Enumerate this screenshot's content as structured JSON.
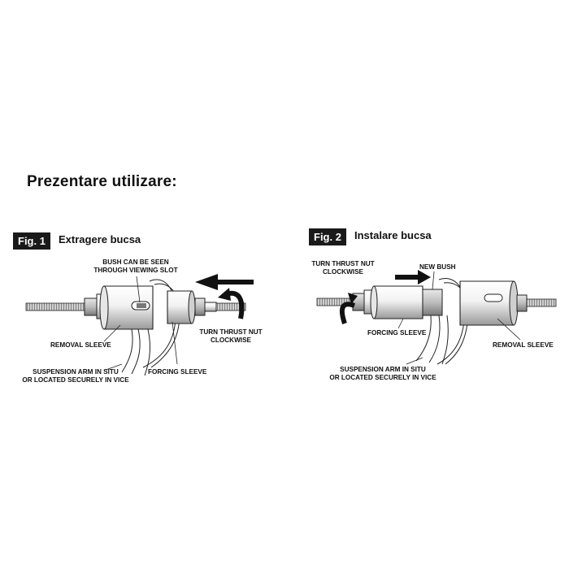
{
  "heading": "Prezentare utilizare:",
  "fig1": {
    "badge": "Fig. 1",
    "title": "Extragere bucsa",
    "labels": {
      "viewing_slot_1": "BUSH CAN BE SEEN",
      "viewing_slot_2": "THROUGH VIEWING SLOT",
      "removal_sleeve": "REMOVAL SLEEVE",
      "turn_nut_1": "TURN THRUST NUT",
      "turn_nut_2": "CLOCKWISE",
      "suspension_1": "SUSPENSION ARM IN SITU",
      "suspension_2": "OR LOCATED SECURELY IN VICE",
      "forcing_sleeve": "FORCING SLEEVE"
    }
  },
  "fig2": {
    "badge": "Fig. 2",
    "title": "Instalare bucsa",
    "labels": {
      "turn_nut_1": "TURN THRUST NUT",
      "turn_nut_2": "CLOCKWISE",
      "new_bush": "NEW BUSH",
      "forcing_sleeve": "FORCING SLEEVE",
      "removal_sleeve": "REMOVAL SLEEVE",
      "suspension_1": "SUSPENSION ARM IN SITU",
      "suspension_2": "OR LOCATED SECURELY IN VICE"
    }
  },
  "colors": {
    "badge_bg": "#1a1a1a",
    "line": "#222222",
    "metal_light": "#f4f4f4",
    "metal_dark": "#9a9a9a"
  }
}
